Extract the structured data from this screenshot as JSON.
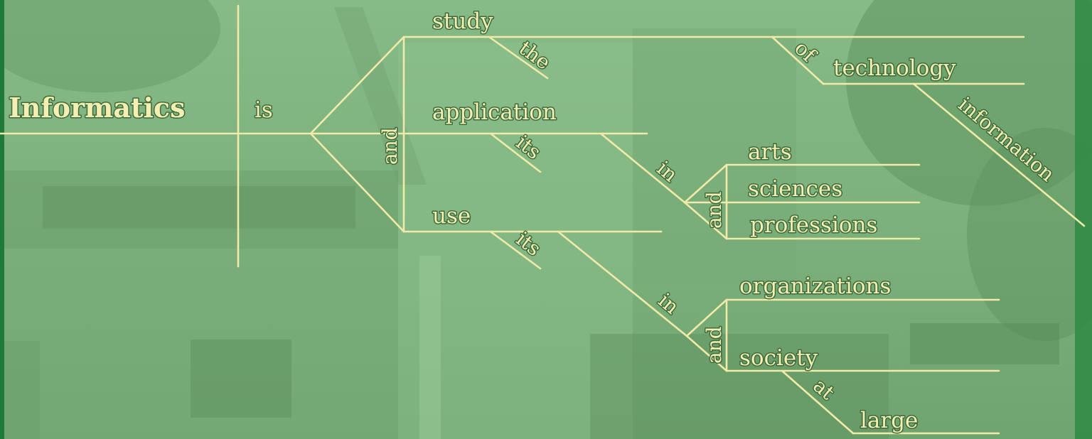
{
  "diagram": {
    "subject": "Informatics",
    "verb": "is",
    "conjunction_main": "and",
    "branches": {
      "study": {
        "word": "study",
        "modifier": "the",
        "preposition": "of",
        "object": "technology",
        "object_modifier": "information"
      },
      "application": {
        "word": "application",
        "modifier": "its",
        "preposition": "in",
        "conjunction": "and",
        "objects": [
          "arts",
          "sciences",
          "professions"
        ]
      },
      "use": {
        "word": "use",
        "modifier": "its",
        "preposition": "in",
        "conjunction": "and",
        "objects": [
          "organizations",
          "society"
        ],
        "sub_preposition": "at",
        "sub_object": "large"
      }
    }
  },
  "colors": {
    "background": "#7fb27f",
    "text": "#f4eeb0",
    "lines": "#f2eaa8",
    "border": "#1f7a3a"
  }
}
